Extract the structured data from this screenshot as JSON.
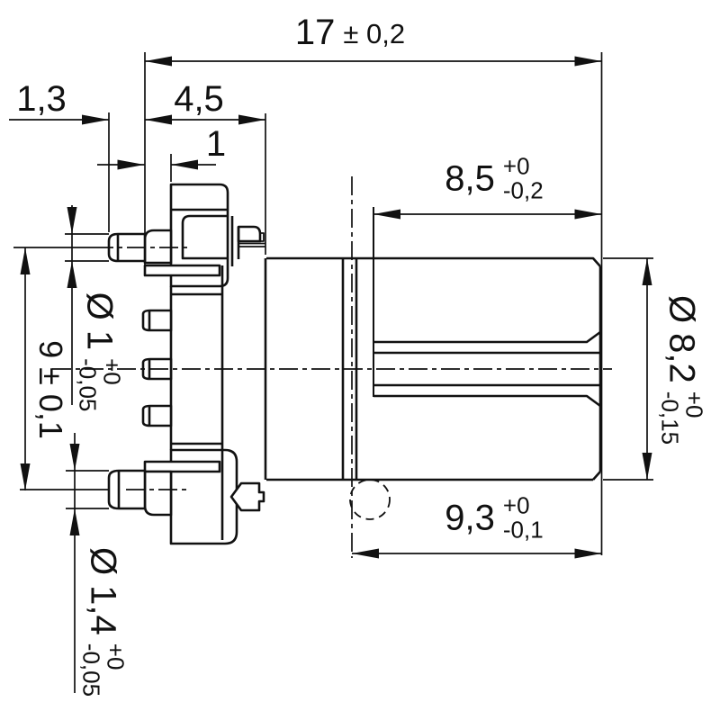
{
  "drawing": {
    "dim_overall": {
      "value": "17",
      "tol": "± 0,2"
    },
    "dim_pin_protrusion": {
      "value": "1,3"
    },
    "dim_front": {
      "value": "4,5"
    },
    "dim_collar": {
      "value": "1"
    },
    "dim_bore_depth": {
      "value": "8,5",
      "tol_plus": "+0",
      "tol_minus": "-0,2"
    },
    "dim_rear_length": {
      "value": "9,3",
      "tol_plus": "+0",
      "tol_minus": "-0,1"
    },
    "dim_pin_spacing": {
      "value": "9 ± 0,1"
    },
    "dim_pin_dia_small": {
      "value": "Ø 1",
      "tol_plus": "+0",
      "tol_minus": "-0,05"
    },
    "dim_pin_dia_large": {
      "value": "Ø 1,4",
      "tol_plus": "+0",
      "tol_minus": "-0,05"
    },
    "dim_barrel_dia": {
      "value": "Ø 8,2",
      "tol_plus": "+0",
      "tol_minus": "-0,15"
    }
  }
}
